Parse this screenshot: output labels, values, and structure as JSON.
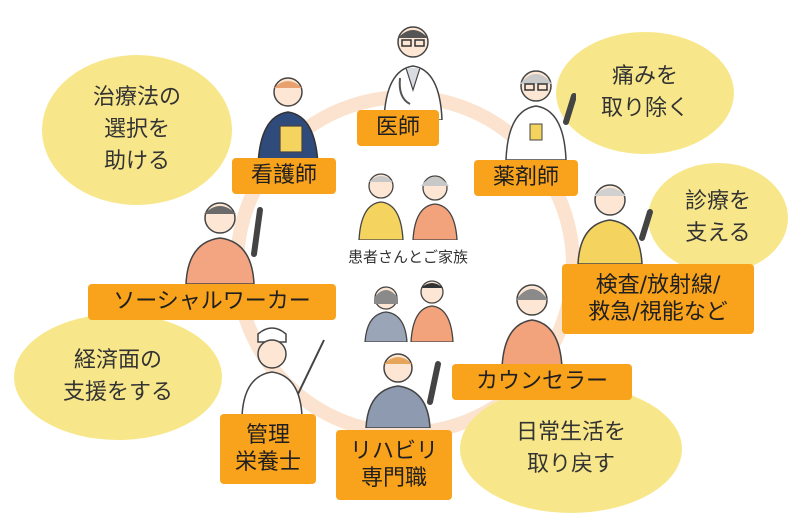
{
  "center": {
    "label": "患者さんとご家族"
  },
  "bubbles": {
    "treatment": "治療法の\n選択を\n助ける",
    "pain": "痛みを\n取り除く",
    "diagnosis": "診療を\n支える",
    "economic": "経済面の\n支援をする",
    "daily": "日常生活を\n取り戻す"
  },
  "roles": {
    "doctor": "医師",
    "nurse": "看護師",
    "pharmacist": "薬剤師",
    "tech": "検査/放射線/\n救急/視能など",
    "social": "ソーシャルワーカー",
    "counselor": "カウンセラー",
    "dietitian": "管理\n栄養士",
    "rehab": "リハビリ\n専門職"
  },
  "colors": {
    "bubble": "#f8e78a",
    "tag": "#f9a21b",
    "ring": "#fbe3cf"
  }
}
